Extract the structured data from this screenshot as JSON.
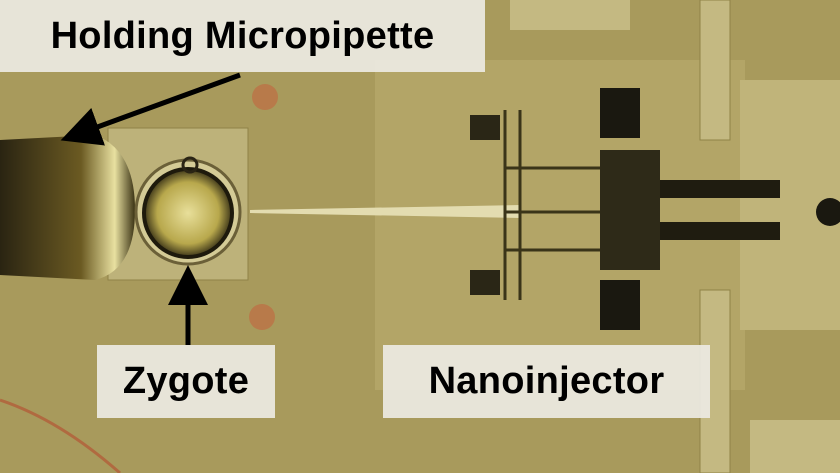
{
  "labels": {
    "pipette": "Holding Micropipette",
    "zygote": "Zygote",
    "nanoinjector": "Nanoinjector"
  },
  "colors": {
    "substrate": "#a89a5c",
    "label_bg": "#ecebe2",
    "arrow": "#000000"
  }
}
